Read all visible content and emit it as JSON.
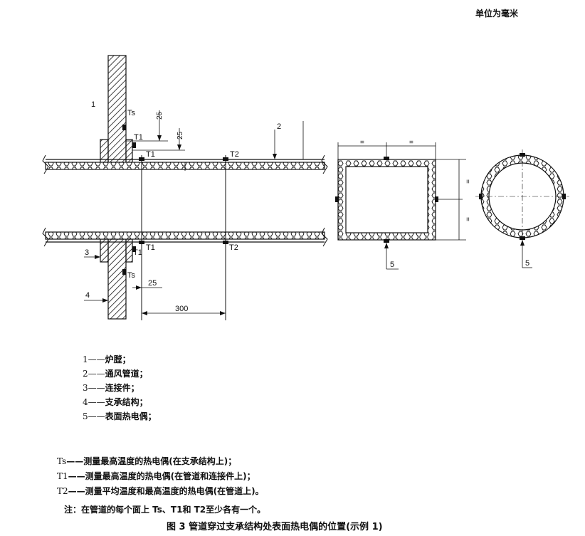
{
  "header": {
    "units": "单位为毫米"
  },
  "figure": {
    "callouts": {
      "c1": "1",
      "c2": "2",
      "c3": "3",
      "c4": "4",
      "c5a": "5",
      "c5b": "5"
    },
    "thermocouples": {
      "ts_top": "Ts",
      "t1_wall": "T1",
      "t1_pipe_top": "T1",
      "t2_top": "T2",
      "t1_bot_wall": "T1",
      "t1_pipe_bot": "T1",
      "t2_bot": "T2",
      "ts_bot": "Ts"
    },
    "dimensions": {
      "d25_a": "25",
      "d25_b": "25",
      "d25_c": "25",
      "d300": "300",
      "eq1": "=",
      "eq2": "=",
      "eq3": "=",
      "eq4": "="
    }
  },
  "legend": [
    {
      "num": "1",
      "dash": "——",
      "text": "炉膛；"
    },
    {
      "num": "2",
      "dash": "——",
      "text": "通风管道；"
    },
    {
      "num": "3",
      "dash": "——",
      "text": "连接件；"
    },
    {
      "num": "4",
      "dash": "——",
      "text": "支承结构；"
    },
    {
      "num": "5",
      "dash": "——",
      "text": "表面热电偶；"
    }
  ],
  "symbols": [
    {
      "sym": "Ts",
      "text": "——测量最高温度的热电偶(在支承结构上)；"
    },
    {
      "sym": "T1",
      "text": "——测量最高温度的热电偶(在管道和连接件上)；"
    },
    {
      "sym": "T2",
      "text": "——测量平均温度和最高温度的热电偶(在管道上)。"
    }
  ],
  "note": "注：在管道的每个面上 Ts、T1和 T2至少各有一个。",
  "caption": "图 3   管道穿过支承结构处表面热电偶的位置(示例 1)"
}
